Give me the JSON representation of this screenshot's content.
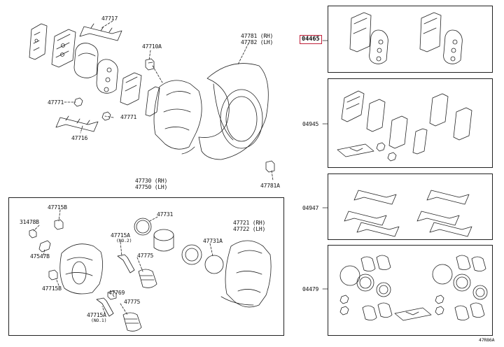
{
  "labels": {
    "p47717": "47717",
    "p47710A": "47710A",
    "p47781": "47781 (RH)",
    "p47782": "47782 (LH)",
    "p47771a": "47771",
    "p47771b": "47771",
    "p47716": "47716",
    "p47781A": "47781A",
    "p47730": "47730 (RH)",
    "p47750": "47750 (LH)",
    "p47715B_top": "47715B",
    "p31478B": "31478B",
    "p47547B": "47547B",
    "p47715B_bot": "47715B",
    "p47731_top": "47731",
    "p47715A_no2": "47715A",
    "no2": "(NO.2)",
    "p47775_top": "47775",
    "p47731A": "47731A",
    "p47721": "47721 (RH)",
    "p47722": "47722 (LH)",
    "p47769": "47769",
    "p47775_bot": "47775",
    "p47715A_no1": "47715A",
    "no1": "(NO.1)",
    "k04465": "04465",
    "k04945": "04945",
    "k04947": "04947",
    "k04479": "04479",
    "figure_id": "47R86A"
  },
  "colors": {
    "line": "#222222",
    "highlight": "#c0203a"
  }
}
